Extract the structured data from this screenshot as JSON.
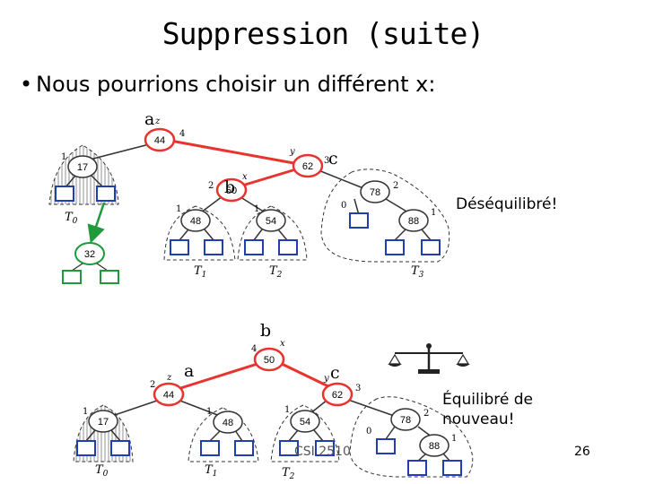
{
  "title": "Suppression (suite)",
  "bullet": "Nous pourrions choisir un différent x:",
  "top_tree": {
    "root": {
      "key": "44",
      "height": "4",
      "letter": "a",
      "var": "z"
    },
    "y_node": {
      "key": "62",
      "height": "3",
      "letter": "c",
      "var": "y"
    },
    "x_node": {
      "key": "50",
      "height": "2",
      "letter": "b",
      "var": "x"
    },
    "left_child": {
      "key": "17",
      "height": "1"
    },
    "deleted_node": {
      "key": "32"
    },
    "n48": {
      "key": "48",
      "height": "1"
    },
    "n54": {
      "key": "54",
      "height": "1"
    },
    "n78": {
      "key": "78",
      "height": "2"
    },
    "n88": {
      "key": "88",
      "height": "1"
    },
    "zero_label": "0",
    "t0": "T",
    "t0_sub": "0",
    "t1": "T",
    "t1_sub": "1",
    "t2": "T",
    "t2_sub": "2",
    "t3": "T",
    "t3_sub": "3"
  },
  "bottom_tree": {
    "root": {
      "key": "50",
      "height": "4",
      "letter": "b",
      "var": "x"
    },
    "left": {
      "key": "44",
      "height": "2",
      "letter": "a",
      "var": "z"
    },
    "right": {
      "key": "62",
      "height": "3",
      "letter": "c",
      "var": "y"
    },
    "n17": {
      "key": "17",
      "height": "1"
    },
    "n48": {
      "key": "48",
      "height": "1"
    },
    "n54": {
      "key": "54",
      "height": "1"
    },
    "n78": {
      "key": "78",
      "height": "2"
    },
    "n88": {
      "key": "88",
      "height": "1"
    },
    "zero_label": "0",
    "t0": "T",
    "t0_sub": "0",
    "t1": "T",
    "t1_sub": "1",
    "t2": "T",
    "t2_sub": "2"
  },
  "labels": {
    "unbalanced": "Déséquilibré!",
    "balanced_line1": "Équilibré de",
    "balanced_line2": "nouveau!",
    "course": "CSI 2510",
    "page": "26"
  },
  "icons": [
    "balance-scale-icon"
  ],
  "colors": {
    "red": "#e8332f",
    "green": "#1e9a3a",
    "blue": "#1f3fb0"
  }
}
